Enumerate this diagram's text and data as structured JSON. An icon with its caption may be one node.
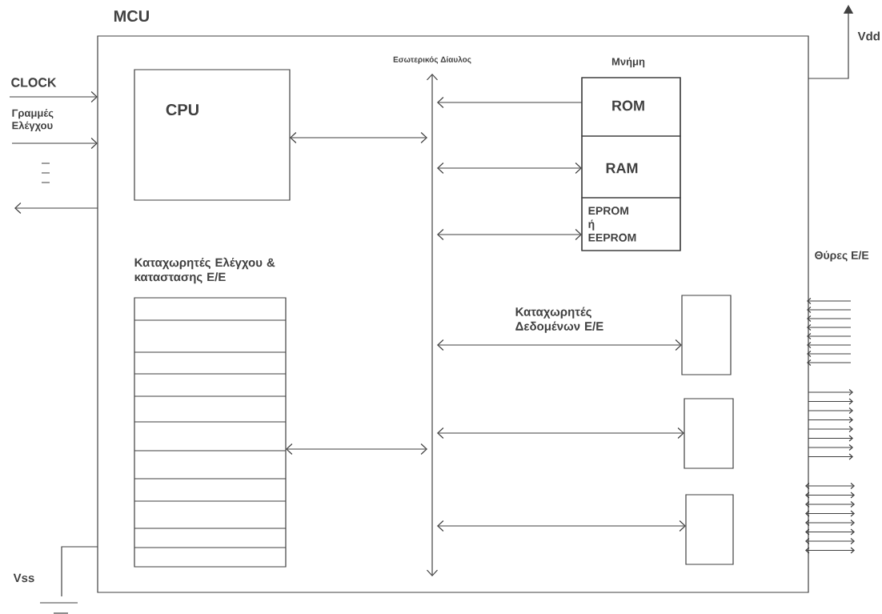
{
  "diagram": {
    "nodes": [
      {
        "text": [
          "MCU"
        ]
      },
      {
        "text": [
          "CPU"
        ],
        "in": 0
      },
      {
        "text": [
          "Εσωτερικός Δίαυλος"
        ],
        "in": 0
      },
      {
        "text": [
          "Μνήμη"
        ],
        "in": 0
      },
      {
        "text": [
          "ROM"
        ],
        "in": 3
      },
      {
        "text": [
          "RAM"
        ],
        "in": 3
      },
      {
        "text": [
          "EPROM ή EEPROM"
        ],
        "in": 3
      },
      {
        "text": [
          "Καταχωρητές Ελέγχου & καταστασης Ε/Ε"
        ],
        "in": 0
      },
      {
        "text": [],
        "shape": "box",
        "in": 0
      },
      {
        "text": [],
        "shape": "box",
        "in": 0
      },
      {
        "text": [],
        "shape": "box",
        "in": 0
      },
      {
        "text": [],
        "shape": "ground",
        "beside": [
          "Vss"
        ]
      }
    ],
    "edges": [
      {
        "from": 1,
        "to": 2,
        "arrow": "both"
      },
      {
        "from": 4,
        "to": 2,
        "arrow": "to"
      },
      {
        "from": 2,
        "to": 5,
        "arrow": "both"
      },
      {
        "from": 2,
        "to": 6,
        "arrow": "both"
      },
      {
        "from": 7,
        "to": 2,
        "arrow": "both"
      },
      {
        "from": 2,
        "to": 8,
        "arrow": "both"
      },
      {
        "from": 2,
        "to": 9,
        "arrow": "both"
      },
      {
        "from": 2,
        "to": 10,
        "arrow": "both"
      },
      {
        "from": null,
        "to": 0,
        "arrow": "to",
        "label": "CLOCK"
      },
      {
        "from": null,
        "to": 0,
        "arrow": "to",
        "label": "Γραμμές Ελέγχου"
      },
      {
        "from": 0,
        "to": null,
        "arrow": "to"
      },
      {
        "from": 0,
        "to": null,
        "arrow": "to",
        "label": "Vdd"
      },
      {
        "from": 0,
        "to": 11,
        "arrow": "none"
      }
    ],
    "labels": [
      "Καταχωρητές Δεδομένων Ε/Ε",
      "Θύρες Ε/Ε"
    ]
  }
}
